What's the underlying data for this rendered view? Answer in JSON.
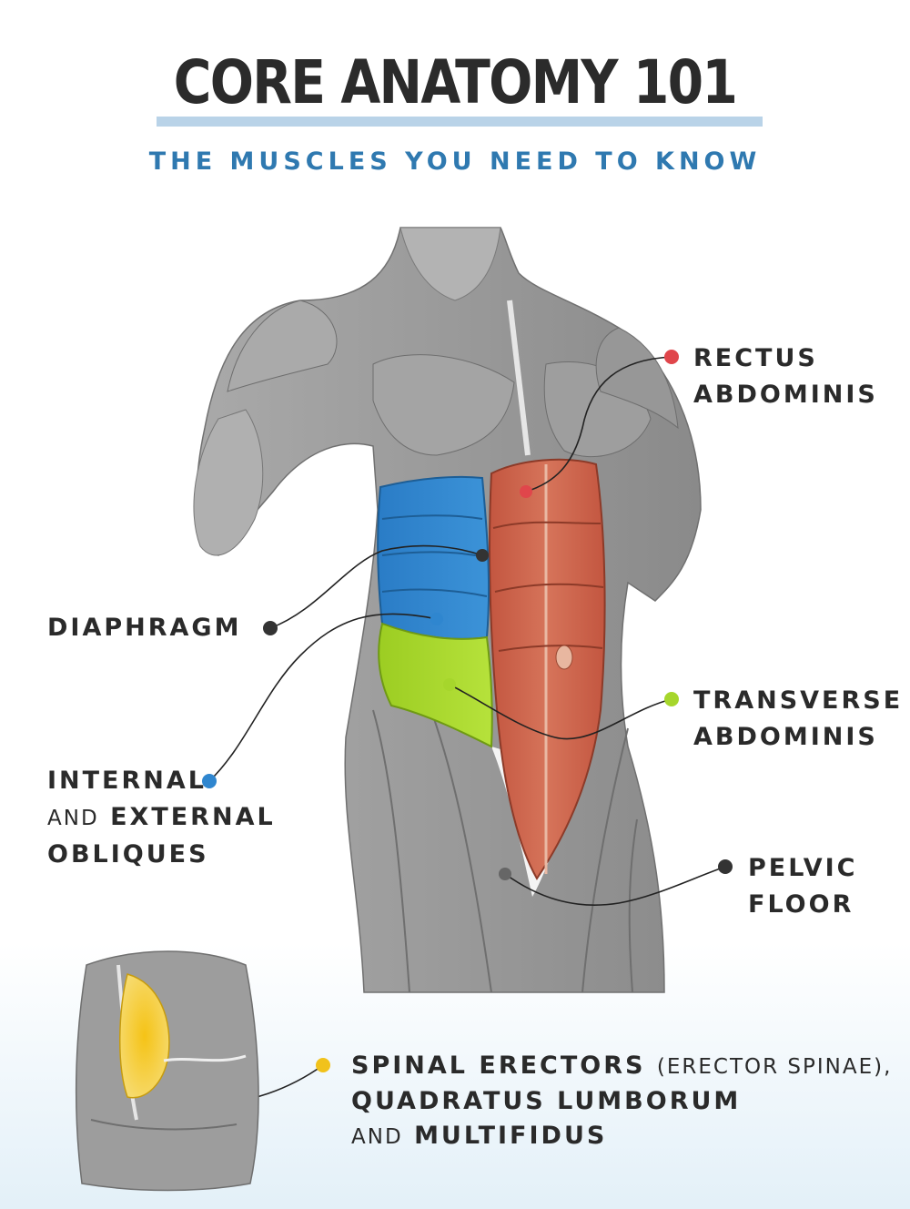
{
  "header": {
    "title": "CORE ANATOMY 101",
    "subtitle": "THE MUSCLES YOU NEED TO KNOW"
  },
  "colors": {
    "title": "#2b2b2b",
    "title_underline": "#b9d3e8",
    "subtitle": "#2f79b0",
    "rectus": "#c96248",
    "diaphragm_region": "#2f86cf",
    "transverse_region": "#a6d62c",
    "spinal_region": "#f1c21b",
    "muscle_gray": "#8f8f8f"
  },
  "labels": {
    "rectus": {
      "line1": "RECTUS",
      "line2": "ABDOMINIS",
      "dot_color": "#e0464b"
    },
    "diaphragm": {
      "line1": "DIAPHRAGM",
      "dot_color": "#333333"
    },
    "transverse": {
      "line1": "TRANSVERSE",
      "line2": "ABDOMINIS",
      "dot_color": "#a6d62c"
    },
    "obliques": {
      "line1": "INTERNAL",
      "line2_prefix": "AND",
      "line2_rest": "EXTERNAL",
      "line3": "OBLIQUES",
      "dot_color": "#2f86cf"
    },
    "pelvic": {
      "line1": "PELVIC",
      "line2": "FLOOR",
      "dot_color": "#333333"
    },
    "spinal": {
      "line1_bold": "SPINAL ERECTORS",
      "line1_paren": "(ERECTOR SPINAE),",
      "line2": "QUADRATUS LUMBORUM",
      "line3_prefix": "AND",
      "line3_rest": "MULTIFIDUS",
      "dot_color": "#f1c21b"
    }
  }
}
